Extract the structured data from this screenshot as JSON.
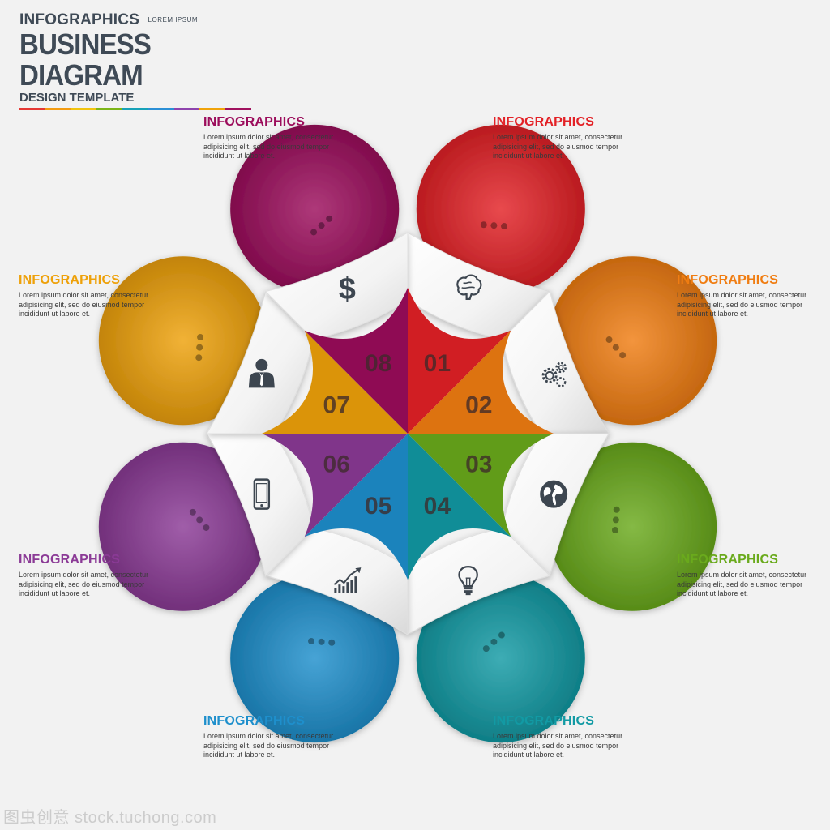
{
  "header": {
    "kicker": "INFOGRAPHICS",
    "small": "LOREM IPSUM",
    "title": "BUSINESS DIAGRAM",
    "subtitle": "DESIGN TEMPLATE",
    "stripe_colors": [
      "#e53935",
      "#f39c12",
      "#f1c40f",
      "#7cb518",
      "#17a2b8",
      "#2b8fd6",
      "#8e44ad",
      "#f0a30a",
      "#a0125e"
    ]
  },
  "items": [
    {
      "number": "01",
      "title": "INFOGRAPHICS",
      "body": "Lorem ipsum dolor sit amet, consectetur adipisicing elit, sed do eiusmod tempor incididunt ut labore et.",
      "color": "#e32126",
      "icon": "brain-icon"
    },
    {
      "number": "02",
      "title": "INFOGRAPHICS",
      "body": "Lorem ipsum dolor sit amet, consectetur adipisicing elit, sed do eiusmod tempor incididunt ut labore et.",
      "color": "#f07d12",
      "icon": "gears-icon"
    },
    {
      "number": "03",
      "title": "INFOGRAPHICS",
      "body": "Lorem ipsum dolor sit amet, consectetur adipisicing elit, sed do eiusmod tempor incididunt ut labore et.",
      "color": "#6aaa1c",
      "icon": "globe-icon"
    },
    {
      "number": "04",
      "title": "INFOGRAPHICS",
      "body": "Lorem ipsum dolor sit amet, consectetur adipisicing elit, sed do eiusmod tempor incididunt ut labore et.",
      "color": "#129aa4",
      "icon": "lightbulb-icon"
    },
    {
      "number": "05",
      "title": "INFOGRAPHICS",
      "body": "Lorem ipsum dolor sit amet, consectetur adipisicing elit, sed do eiusmod tempor incididunt ut labore et.",
      "color": "#1e8fcc",
      "icon": "growth-chart-icon"
    },
    {
      "number": "06",
      "title": "INFOGRAPHICS",
      "body": "Lorem ipsum dolor sit amet, consectetur adipisicing elit, sed do eiusmod tempor incididunt ut labore et.",
      "color": "#8b3a96",
      "icon": "smartphone-icon"
    },
    {
      "number": "07",
      "title": "INFOGRAPHICS",
      "body": "Lorem ipsum dolor sit amet, consectetur adipisicing elit, sed do eiusmod tempor incididunt ut labore et.",
      "color": "#eea10a",
      "icon": "businessman-icon"
    },
    {
      "number": "08",
      "title": "INFOGRAPHICS",
      "body": "Lorem ipsum dolor sit amet, consectetur adipisicing elit, sed do eiusmod tempor incididunt ut labore et.",
      "color": "#9c0d5c",
      "icon": "dollar-icon"
    }
  ],
  "watermark": "图虫创意 stock.tuchong.com"
}
